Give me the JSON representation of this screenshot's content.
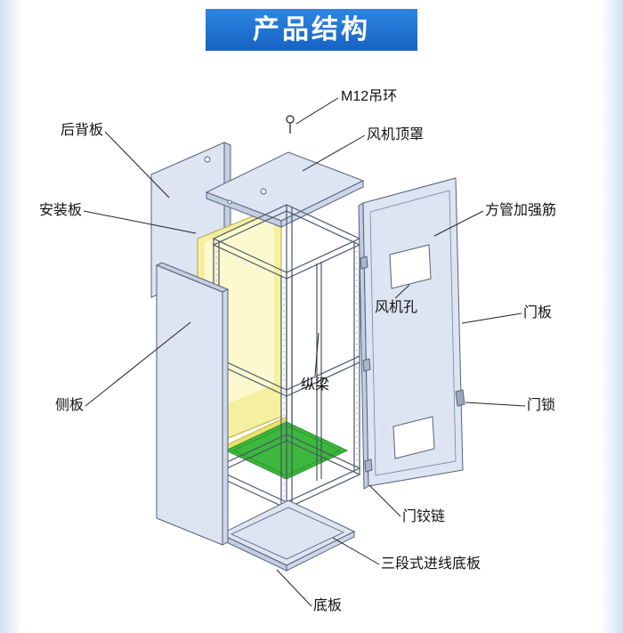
{
  "header": {
    "title": "产品结构"
  },
  "diagram": {
    "subject": "cabinet-exploded-view",
    "labels": [
      {
        "id": "m12-lifting-ring",
        "text": "M12吊环"
      },
      {
        "id": "rear-panel",
        "text": "后背板"
      },
      {
        "id": "fan-top-cover",
        "text": "风机顶罩"
      },
      {
        "id": "mounting-plate",
        "text": "安装板"
      },
      {
        "id": "square-tube-rib",
        "text": "方管加强筋"
      },
      {
        "id": "fan-hole",
        "text": "风机孔"
      },
      {
        "id": "door-panel",
        "text": "门板"
      },
      {
        "id": "longitudinal-beam",
        "text": "纵梁"
      },
      {
        "id": "door-lock",
        "text": "门锁"
      },
      {
        "id": "side-panel",
        "text": "侧板"
      },
      {
        "id": "door-hinge",
        "text": "门铰链"
      },
      {
        "id": "three-section-cable-entry-bottom-plate",
        "text": "三段式进线底板"
      },
      {
        "id": "bottom-plate",
        "text": "底板"
      }
    ],
    "colors": {
      "header_bg": "#1b6fd2",
      "header_text": "#ffffff",
      "panel": "#dde4f2",
      "panel_edge": "#c3cee2",
      "outline": "#55627a",
      "mounting_plate": "#f5efa0",
      "mounting_plate_light": "#fcf9cf",
      "base_plate": "#3cb83c",
      "leader": "#222222",
      "page_edge": "#cfe0f2"
    }
  }
}
